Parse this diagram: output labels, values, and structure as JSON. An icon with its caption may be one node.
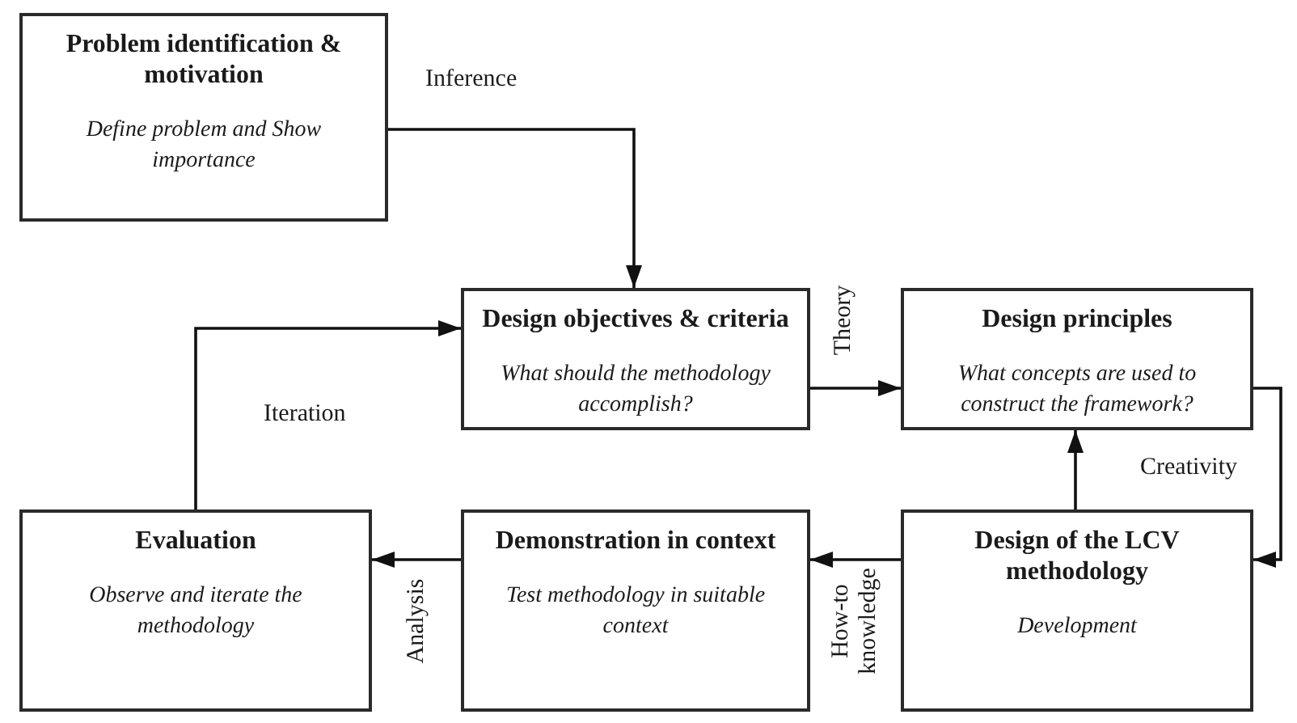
{
  "diagram": {
    "nodes": [
      {
        "text": [
          "Problem identification & motivation",
          "Define problem and Show importance"
        ]
      },
      {
        "text": [
          "Design objectives & criteria",
          "What should the methodology accomplish?"
        ]
      },
      {
        "text": [
          "Design principles",
          "What concepts are used to construct the framework?"
        ]
      },
      {
        "text": [
          "Evaluation",
          "Observe and iterate the methodology"
        ]
      },
      {
        "text": [
          "Demonstration in context",
          "Test methodology in suitable context"
        ]
      },
      {
        "text": [
          "Design of the LCV methodology",
          "Development"
        ]
      }
    ],
    "edges": [
      {
        "from": 0,
        "to": 1,
        "arrow": "to",
        "label": "Inference"
      },
      {
        "from": 1,
        "to": 2,
        "arrow": "to",
        "label": "Theory"
      },
      {
        "from": 2,
        "to": 5,
        "arrow": "to",
        "label": "Creativity"
      },
      {
        "from": 5,
        "to": 2,
        "arrow": "to"
      },
      {
        "from": 5,
        "to": 4,
        "arrow": "to",
        "label": "How-to knowledge"
      },
      {
        "from": 4,
        "to": 3,
        "arrow": "to",
        "label": "Analysis"
      },
      {
        "from": 3,
        "to": 1,
        "arrow": "to",
        "label": "Iteration"
      }
    ]
  }
}
